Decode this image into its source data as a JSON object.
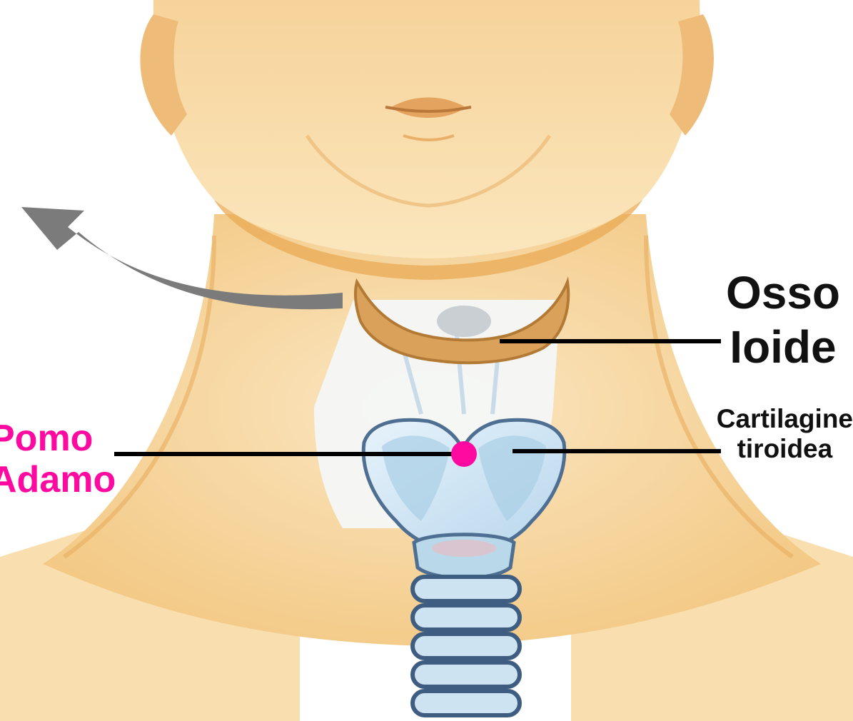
{
  "labels": {
    "hyoid_line1": "Osso",
    "hyoid_line2": "Ioide",
    "thyroid_line1": "Cartilagine",
    "thyroid_line2": "tiroidea",
    "adam_line1": "Pomo",
    "adam_line2": "Adamo"
  },
  "colors": {
    "skin_light": "#fbe3b2",
    "skin_shadow": "#eeb45f",
    "hyoid_bone": "#d9a15a",
    "cartilage": "#cfe6f4",
    "cartilage_edge": "#4f6f92",
    "adam_dot": "#ff0aa0",
    "arrow": "#7b7b7b",
    "leader_line": "#000000"
  },
  "icons": {
    "arrow": "curved-arrow-icon"
  }
}
